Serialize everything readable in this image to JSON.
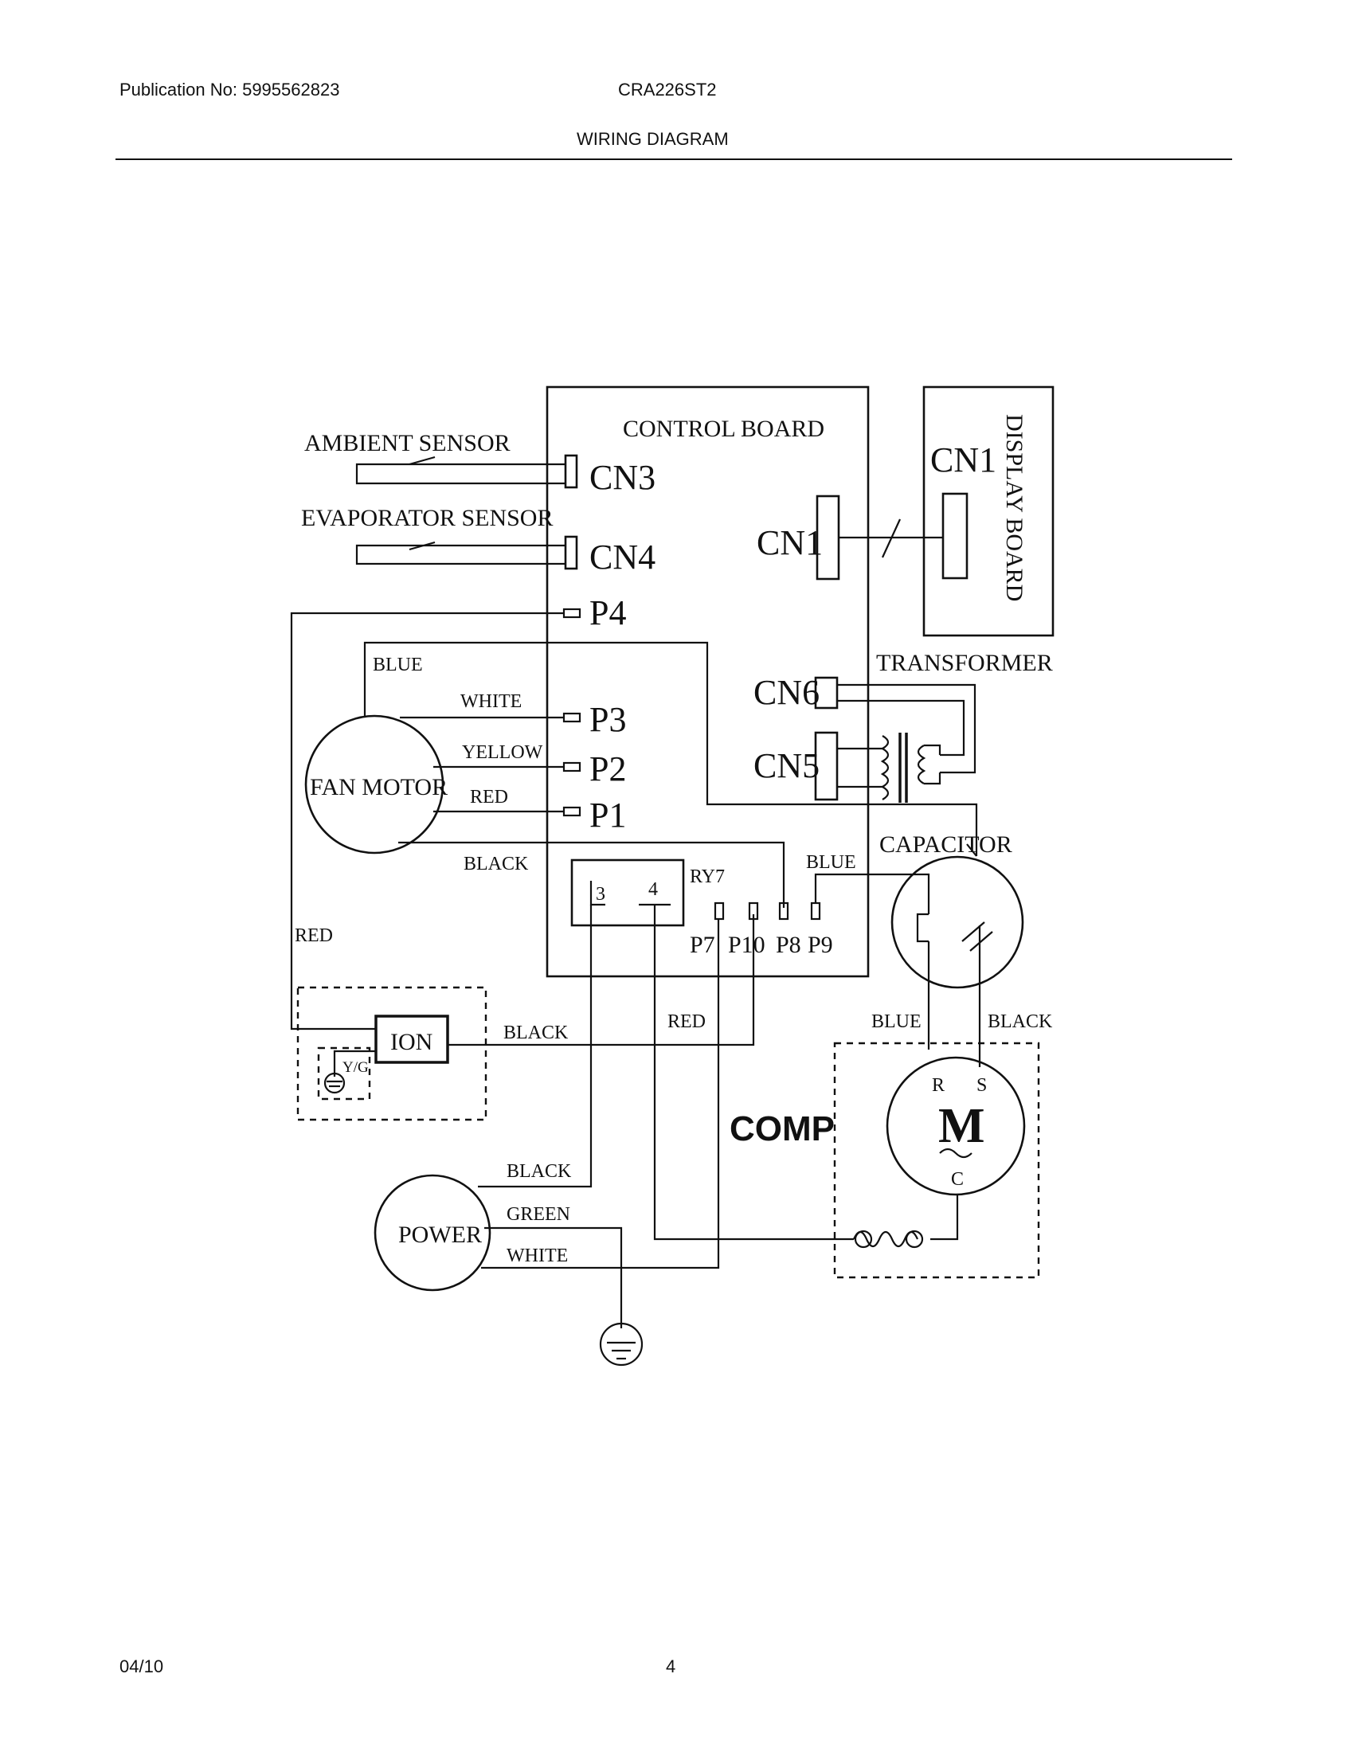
{
  "header": {
    "publication": "Publication No: 5995562823",
    "model": "CRA226ST2",
    "title": "WIRING DIAGRAM"
  },
  "footer": {
    "date": "04/10",
    "page": "4"
  },
  "diagram": {
    "control_board": "CONTROL BOARD",
    "display_board": "DISPLAY BOARD",
    "display_cn1": "CN1",
    "board_cn1": "CN1",
    "ambient_sensor": "AMBIENT SENSOR",
    "evaporator_sensor": "EVAPORATOR SENSOR",
    "cn3": "CN3",
    "cn4": "CN4",
    "cn5": "CN5",
    "cn6": "CN6",
    "p4": "P4",
    "p3": "P3",
    "p2": "P2",
    "p1": "P1",
    "p7": "P7",
    "p10": "P10",
    "p8": "P8",
    "p9": "P9",
    "ry7": "RY7",
    "relay_pin3": "3",
    "relay_pin4": "4",
    "transformer": "TRANSFORMER",
    "capacitor": "CAPACITOR",
    "fan_motor": "FAN MOTOR",
    "ion": "ION",
    "yg": "Y/G",
    "comp": "COMP",
    "motor_m": "M",
    "motor_r": "R",
    "motor_s": "S",
    "motor_c": "C",
    "power": "POWER",
    "wires": {
      "blue_fan": "BLUE",
      "white_fan": "WHITE",
      "yellow_fan": "YELLOW",
      "red_fan": "RED",
      "black_fan": "BLACK",
      "red_left": "RED",
      "black_ion": "BLACK",
      "red_mid": "RED",
      "blue_cap": "BLUE",
      "blue_comp": "BLUE",
      "black_comp": "BLACK",
      "black_power": "BLACK",
      "green_power": "GREEN",
      "white_power": "WHITE"
    }
  }
}
